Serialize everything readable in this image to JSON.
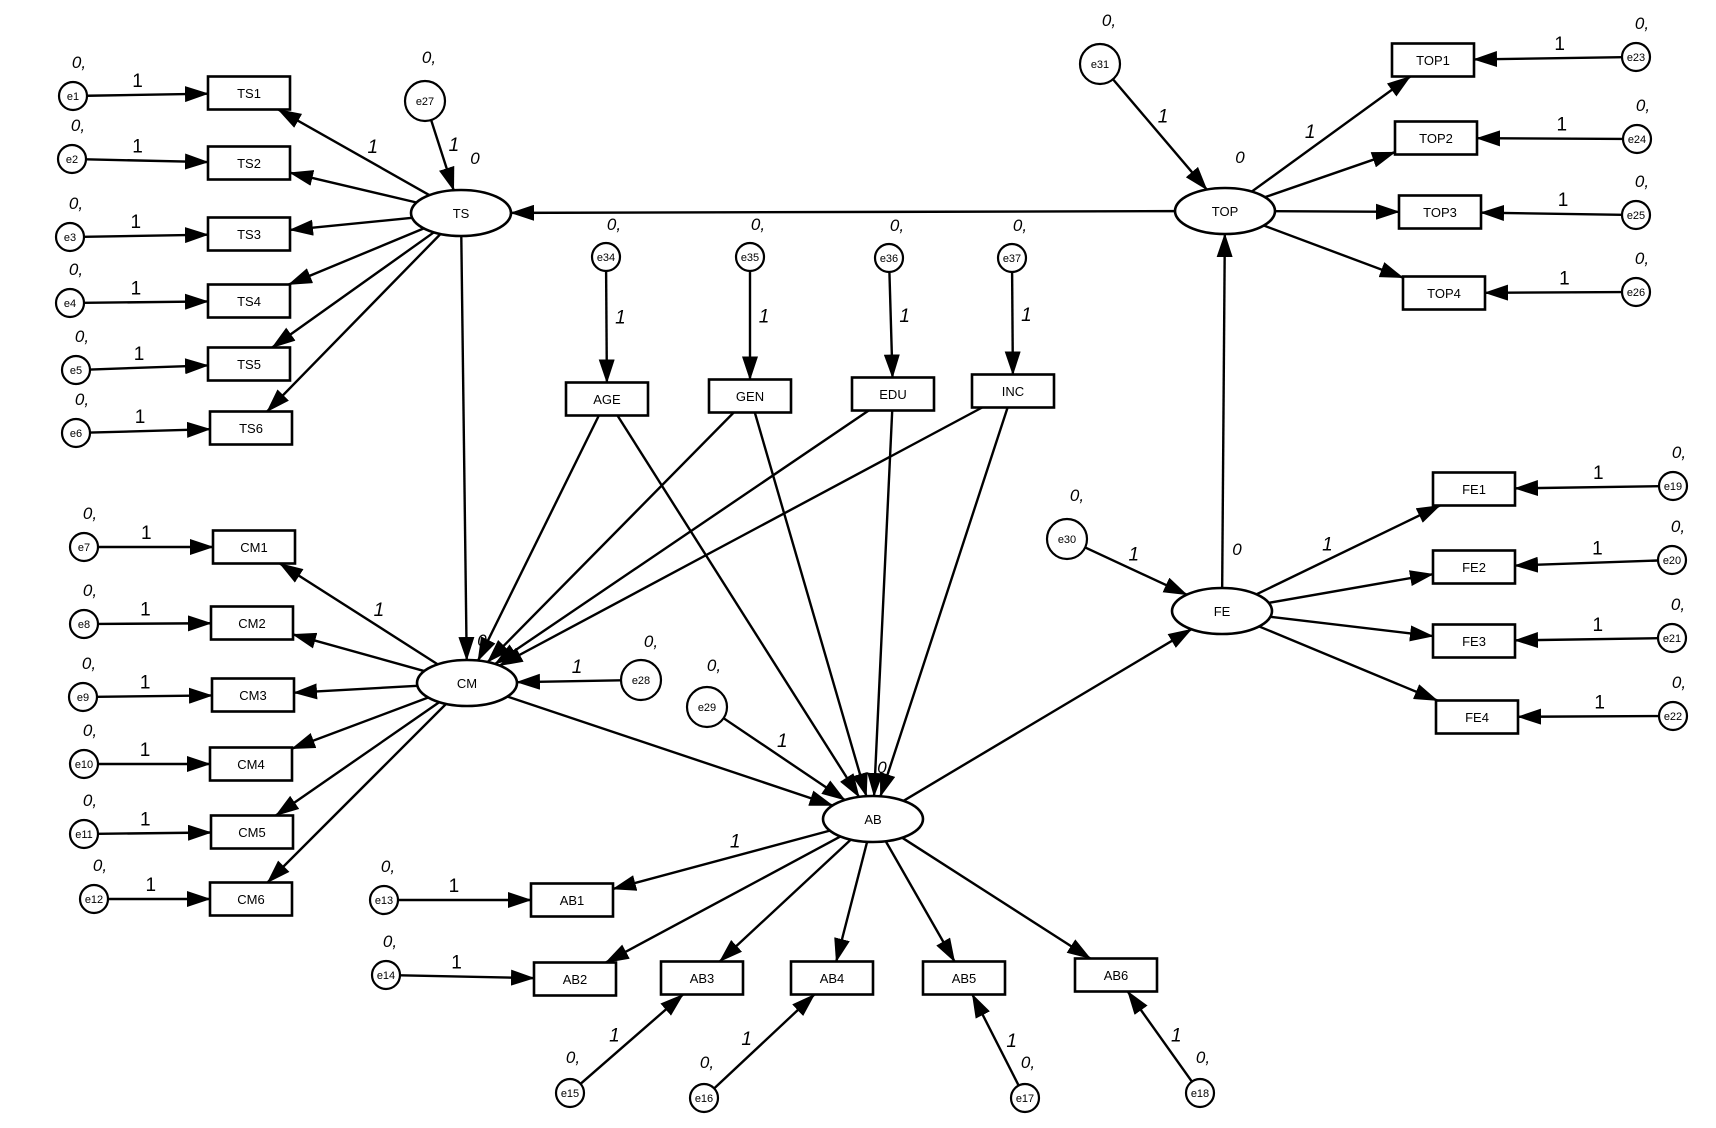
{
  "observed": [
    {
      "id": "TS1",
      "label": "TS1"
    },
    {
      "id": "TS2",
      "label": "TS2"
    },
    {
      "id": "TS3",
      "label": "TS3"
    },
    {
      "id": "TS4",
      "label": "TS4"
    },
    {
      "id": "TS5",
      "label": "TS5"
    },
    {
      "id": "TS6",
      "label": "TS6"
    },
    {
      "id": "CM1",
      "label": "CM1"
    },
    {
      "id": "CM2",
      "label": "CM2"
    },
    {
      "id": "CM3",
      "label": "CM3"
    },
    {
      "id": "CM4",
      "label": "CM4"
    },
    {
      "id": "CM5",
      "label": "CM5"
    },
    {
      "id": "CM6",
      "label": "CM6"
    },
    {
      "id": "AB1",
      "label": "AB1"
    },
    {
      "id": "AB2",
      "label": "AB2"
    },
    {
      "id": "AB3",
      "label": "AB3"
    },
    {
      "id": "AB4",
      "label": "AB4"
    },
    {
      "id": "AB5",
      "label": "AB5"
    },
    {
      "id": "AB6",
      "label": "AB6"
    },
    {
      "id": "TOP1",
      "label": "TOP1"
    },
    {
      "id": "TOP2",
      "label": "TOP2"
    },
    {
      "id": "TOP3",
      "label": "TOP3"
    },
    {
      "id": "TOP4",
      "label": "TOP4"
    },
    {
      "id": "FE1",
      "label": "FE1"
    },
    {
      "id": "FE2",
      "label": "FE2"
    },
    {
      "id": "FE3",
      "label": "FE3"
    },
    {
      "id": "FE4",
      "label": "FE4"
    },
    {
      "id": "AGE",
      "label": "AGE"
    },
    {
      "id": "GEN",
      "label": "GEN"
    },
    {
      "id": "EDU",
      "label": "EDU"
    },
    {
      "id": "INC",
      "label": "INC"
    }
  ],
  "latent": [
    {
      "id": "TS",
      "label": "TS",
      "variance": "0"
    },
    {
      "id": "CM",
      "label": "CM",
      "variance": "0"
    },
    {
      "id": "AB",
      "label": "AB",
      "variance": "0"
    },
    {
      "id": "TOP",
      "label": "TOP",
      "variance": "0"
    },
    {
      "id": "FE",
      "label": "FE",
      "variance": "0"
    }
  ],
  "errors": [
    {
      "id": "e1",
      "label": "e1",
      "variance": "0,"
    },
    {
      "id": "e2",
      "label": "e2",
      "variance": "0,"
    },
    {
      "id": "e3",
      "label": "e3",
      "variance": "0,"
    },
    {
      "id": "e4",
      "label": "e4",
      "variance": "0,"
    },
    {
      "id": "e5",
      "label": "e5",
      "variance": "0,"
    },
    {
      "id": "e6",
      "label": "e6",
      "variance": "0,"
    },
    {
      "id": "e7",
      "label": "e7",
      "variance": "0,"
    },
    {
      "id": "e8",
      "label": "e8",
      "variance": "0,"
    },
    {
      "id": "e9",
      "label": "e9",
      "variance": "0,"
    },
    {
      "id": "e10",
      "label": "e10",
      "variance": "0,"
    },
    {
      "id": "e11",
      "label": "e11",
      "variance": "0,"
    },
    {
      "id": "e12",
      "label": "e12",
      "variance": "0,"
    },
    {
      "id": "e13",
      "label": "e13",
      "variance": "0,"
    },
    {
      "id": "e14",
      "label": "e14",
      "variance": "0,"
    },
    {
      "id": "e15",
      "label": "e15",
      "variance": "0,"
    },
    {
      "id": "e16",
      "label": "e16",
      "variance": "0,"
    },
    {
      "id": "e17",
      "label": "e17",
      "variance": "0,"
    },
    {
      "id": "e18",
      "label": "e18",
      "variance": "0,"
    },
    {
      "id": "e19",
      "label": "e19",
      "variance": "0,"
    },
    {
      "id": "e20",
      "label": "e20",
      "variance": "0,"
    },
    {
      "id": "e21",
      "label": "e21",
      "variance": "0,"
    },
    {
      "id": "e22",
      "label": "e22",
      "variance": "0,"
    },
    {
      "id": "e23",
      "label": "e23",
      "variance": "0,"
    },
    {
      "id": "e24",
      "label": "e24",
      "variance": "0,"
    },
    {
      "id": "e25",
      "label": "e25",
      "variance": "0,"
    },
    {
      "id": "e26",
      "label": "e26",
      "variance": "0,"
    },
    {
      "id": "e27",
      "label": "e27",
      "variance": "0,"
    },
    {
      "id": "e28",
      "label": "e28",
      "variance": "0,"
    },
    {
      "id": "e29",
      "label": "e29",
      "variance": "0,"
    },
    {
      "id": "e30",
      "label": "e30",
      "variance": "0,"
    },
    {
      "id": "e31",
      "label": "e31",
      "variance": "0,"
    },
    {
      "id": "e34",
      "label": "e34",
      "variance": "0,"
    },
    {
      "id": "e35",
      "label": "e35",
      "variance": "0,"
    },
    {
      "id": "e36",
      "label": "e36",
      "variance": "0,"
    },
    {
      "id": "e37",
      "label": "e37",
      "variance": "0,"
    }
  ],
  "paths": [
    {
      "from": "e1",
      "to": "TS1",
      "label": "1"
    },
    {
      "from": "e2",
      "to": "TS2",
      "label": "1"
    },
    {
      "from": "e3",
      "to": "TS3",
      "label": "1"
    },
    {
      "from": "e4",
      "to": "TS4",
      "label": "1"
    },
    {
      "from": "e5",
      "to": "TS5",
      "label": "1"
    },
    {
      "from": "e6",
      "to": "TS6",
      "label": "1"
    },
    {
      "from": "TS",
      "to": "TS1",
      "label": "1"
    },
    {
      "from": "TS",
      "to": "TS2",
      "label": ""
    },
    {
      "from": "TS",
      "to": "TS3",
      "label": ""
    },
    {
      "from": "TS",
      "to": "TS4",
      "label": ""
    },
    {
      "from": "TS",
      "to": "TS5",
      "label": ""
    },
    {
      "from": "TS",
      "to": "TS6",
      "label": ""
    },
    {
      "from": "e27",
      "to": "TS",
      "label": "1"
    },
    {
      "from": "e7",
      "to": "CM1",
      "label": "1"
    },
    {
      "from": "e8",
      "to": "CM2",
      "label": "1"
    },
    {
      "from": "e9",
      "to": "CM3",
      "label": "1"
    },
    {
      "from": "e10",
      "to": "CM4",
      "label": "1"
    },
    {
      "from": "e11",
      "to": "CM5",
      "label": "1"
    },
    {
      "from": "e12",
      "to": "CM6",
      "label": "1"
    },
    {
      "from": "CM",
      "to": "CM1",
      "label": "1"
    },
    {
      "from": "CM",
      "to": "CM2",
      "label": ""
    },
    {
      "from": "CM",
      "to": "CM3",
      "label": ""
    },
    {
      "from": "CM",
      "to": "CM4",
      "label": ""
    },
    {
      "from": "CM",
      "to": "CM5",
      "label": ""
    },
    {
      "from": "CM",
      "to": "CM6",
      "label": ""
    },
    {
      "from": "e28",
      "to": "CM",
      "label": "1"
    },
    {
      "from": "TS",
      "to": "CM",
      "label": ""
    },
    {
      "from": "e34",
      "to": "AGE",
      "label": "1"
    },
    {
      "from": "e35",
      "to": "GEN",
      "label": "1"
    },
    {
      "from": "e36",
      "to": "EDU",
      "label": "1"
    },
    {
      "from": "e37",
      "to": "INC",
      "label": "1"
    },
    {
      "from": "AGE",
      "to": "CM",
      "label": ""
    },
    {
      "from": "GEN",
      "to": "CM",
      "label": ""
    },
    {
      "from": "EDU",
      "to": "CM",
      "label": ""
    },
    {
      "from": "INC",
      "to": "CM",
      "label": ""
    },
    {
      "from": "AGE",
      "to": "AB",
      "label": ""
    },
    {
      "from": "GEN",
      "to": "AB",
      "label": ""
    },
    {
      "from": "EDU",
      "to": "AB",
      "label": ""
    },
    {
      "from": "INC",
      "to": "AB",
      "label": ""
    },
    {
      "from": "CM",
      "to": "AB",
      "label": ""
    },
    {
      "from": "e29",
      "to": "AB",
      "label": "1"
    },
    {
      "from": "AB",
      "to": "AB1",
      "label": "1"
    },
    {
      "from": "AB",
      "to": "AB2",
      "label": ""
    },
    {
      "from": "AB",
      "to": "AB3",
      "label": ""
    },
    {
      "from": "AB",
      "to": "AB4",
      "label": ""
    },
    {
      "from": "AB",
      "to": "AB5",
      "label": ""
    },
    {
      "from": "AB",
      "to": "AB6",
      "label": ""
    },
    {
      "from": "e13",
      "to": "AB1",
      "label": "1"
    },
    {
      "from": "e14",
      "to": "AB2",
      "label": "1"
    },
    {
      "from": "e15",
      "to": "AB3",
      "label": "1"
    },
    {
      "from": "e16",
      "to": "AB4",
      "label": "1"
    },
    {
      "from": "e17",
      "to": "AB5",
      "label": "1"
    },
    {
      "from": "e18",
      "to": "AB6",
      "label": "1"
    },
    {
      "from": "AB",
      "to": "FE",
      "label": ""
    },
    {
      "from": "e30",
      "to": "FE",
      "label": "1"
    },
    {
      "from": "FE",
      "to": "FE1",
      "label": "1"
    },
    {
      "from": "FE",
      "to": "FE2",
      "label": ""
    },
    {
      "from": "FE",
      "to": "FE3",
      "label": ""
    },
    {
      "from": "FE",
      "to": "FE4",
      "label": ""
    },
    {
      "from": "e19",
      "to": "FE1",
      "label": "1"
    },
    {
      "from": "e20",
      "to": "FE2",
      "label": "1"
    },
    {
      "from": "e21",
      "to": "FE3",
      "label": "1"
    },
    {
      "from": "e22",
      "to": "FE4",
      "label": "1"
    },
    {
      "from": "FE",
      "to": "TOP",
      "label": ""
    },
    {
      "from": "e31",
      "to": "TOP",
      "label": "1"
    },
    {
      "from": "TOP",
      "to": "TOP1",
      "label": "1"
    },
    {
      "from": "TOP",
      "to": "TOP2",
      "label": ""
    },
    {
      "from": "TOP",
      "to": "TOP3",
      "label": ""
    },
    {
      "from": "TOP",
      "to": "TOP4",
      "label": ""
    },
    {
      "from": "e23",
      "to": "TOP1",
      "label": "1"
    },
    {
      "from": "e24",
      "to": "TOP2",
      "label": "1"
    },
    {
      "from": "e25",
      "to": "TOP3",
      "label": "1"
    },
    {
      "from": "e26",
      "to": "TOP4",
      "label": "1"
    },
    {
      "from": "TOP",
      "to": "TS",
      "label": ""
    }
  ]
}
